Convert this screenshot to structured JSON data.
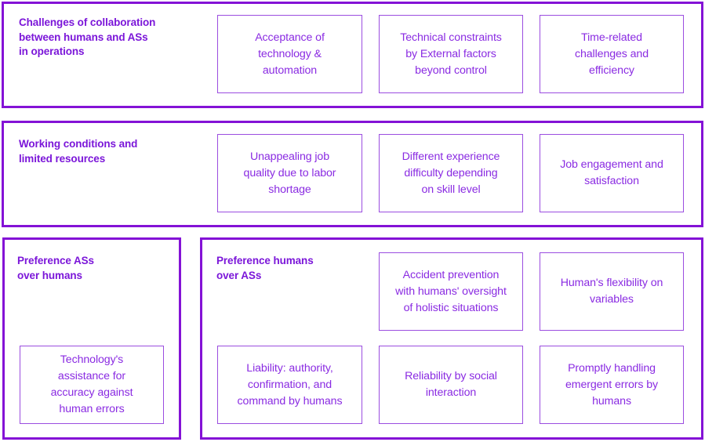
{
  "diagram": {
    "theme_color": "#8412d6",
    "title_color": "#7b16d9",
    "card_border_color": "#9b4de0",
    "card_text_color": "#8a2be2",
    "sections": [
      {
        "title": "Challenges of collaboration\nbetween humans and ASs\nin operations",
        "cards": [
          "Acceptance of\ntechnology &\nautomation",
          "Technical constraints\nby External factors\nbeyond control",
          "Time-related\nchallenges and\nefficiency"
        ]
      },
      {
        "title": "Working conditions and\nlimited resources",
        "cards": [
          "Unappealing job\nquality due to labor\nshortage",
          "Different experience\ndifficulty depending\non skill level",
          "Job engagement and\nsatisfaction"
        ]
      },
      {
        "title": "Preference ASs\nover humans",
        "cards": [
          "Technology's\nassistance for\naccuracy against\nhuman errors"
        ]
      },
      {
        "title": "Preference humans\nover ASs",
        "cards": [
          "Accident prevention\nwith humans' oversight\nof holistic situations",
          "Human's flexibility on\nvariables",
          "Liability: authority,\nconfirmation, and\ncommand by humans",
          "Reliability by social\ninteraction",
          "Promptly handling\nemergent errors by\nhumans"
        ]
      }
    ]
  }
}
